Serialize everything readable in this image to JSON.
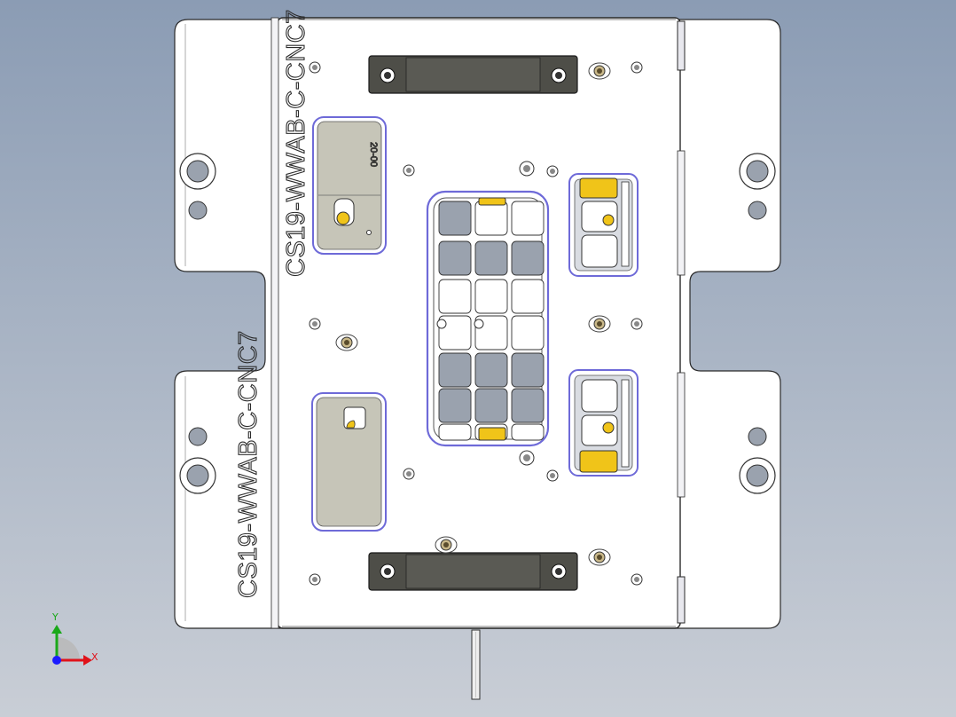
{
  "viewport": {
    "colors": {
      "bg_top": "#8b9cb4",
      "bg_bottom": "#c9ced6",
      "plate": "#ffffff",
      "outline": "#2a2a2a",
      "pocket_edge": "#6e6ad8",
      "pocket_fill": "#c6c5b8",
      "block_fill": "#4e4e48",
      "grid_dark": "#9aa2ae",
      "gold": "#f0c419"
    }
  },
  "part": {
    "engraving_upper": "CS19-WWAB-C-CNC7",
    "engraving_lower": "CS19-WWAB-C-CNC7",
    "pocket_mark": "20-00"
  },
  "triad": {
    "x_label": "X",
    "y_label": "Y",
    "x_color": "#e0121a",
    "y_color": "#1aa81a",
    "z_color": "#1b1bff"
  }
}
